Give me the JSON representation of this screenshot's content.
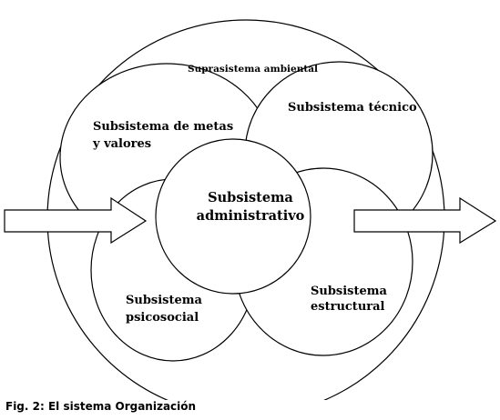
{
  "diagram": {
    "outer_label": "Suprasistema ambiental",
    "metas_line1": "Subsistema de metas",
    "metas_line2": "y valores",
    "tecnico_label": "Subsistema técnico",
    "admin_line1": "Subsistema",
    "admin_line2": "administrativo",
    "psico_line1": "Subsistema",
    "psico_line2": "psicosocial",
    "estruct_line1": "Subsistema",
    "estruct_line2": "estructural"
  },
  "caption": "Fig. 2: El sistema Organización"
}
